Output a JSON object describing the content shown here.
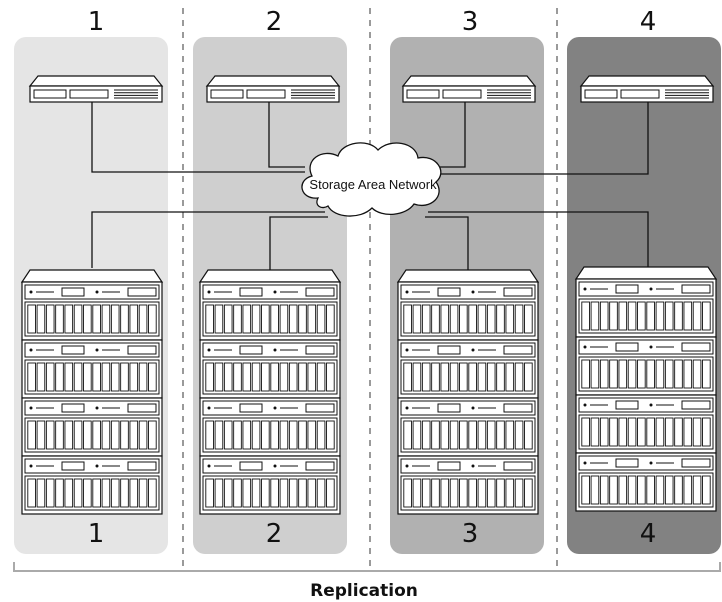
{
  "columns": [
    {
      "label_top": "1",
      "label_bottom": "1",
      "fill": "#e5e5e5"
    },
    {
      "label_top": "2",
      "label_bottom": "2",
      "fill": "#cfcfcf"
    },
    {
      "label_top": "3",
      "label_bottom": "3",
      "fill": "#b1b1b1"
    },
    {
      "label_top": "4",
      "label_bottom": "4",
      "fill": "#828282"
    }
  ],
  "network": {
    "label": "Storage Area Network"
  },
  "footer": {
    "label": "Replication"
  },
  "colors": {
    "divider": "#9a9a9a",
    "line": "#111111",
    "device_fill": "#ffffff"
  },
  "icons": {
    "switch": "network-switch-icon",
    "rack": "storage-rack-icon",
    "cloud": "cloud-icon"
  }
}
